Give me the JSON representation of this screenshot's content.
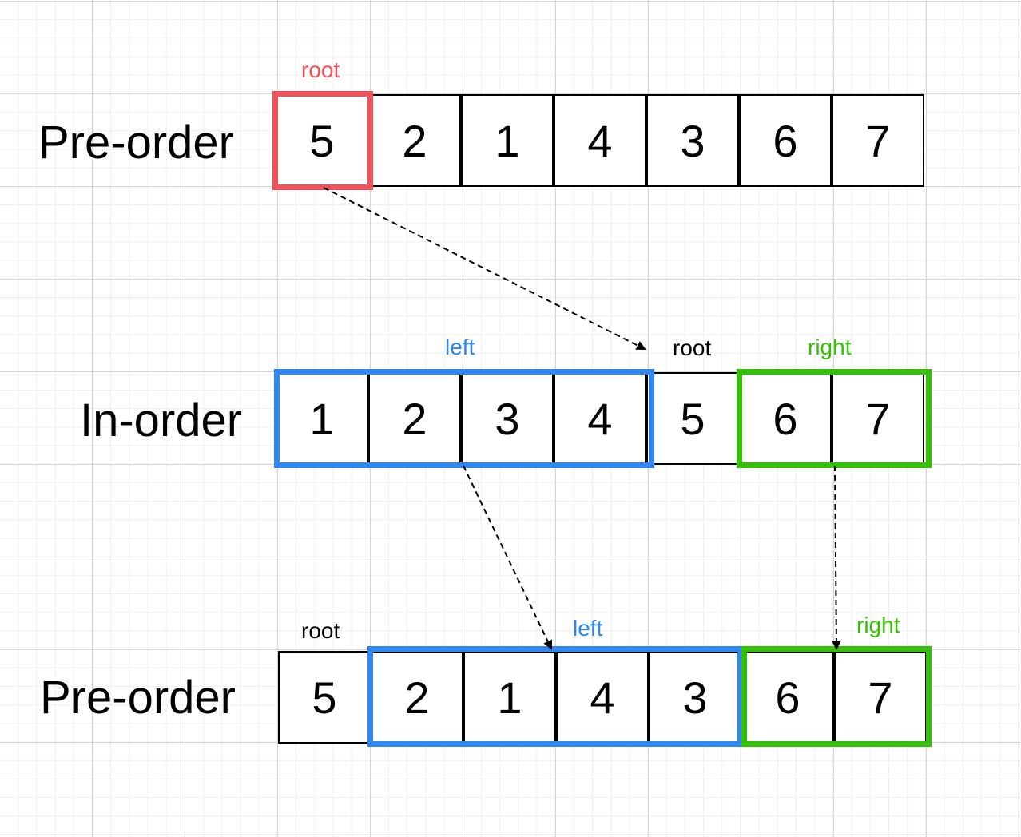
{
  "colors": {
    "root": "#f4505a",
    "left": "#2f86f5",
    "right": "#33c107",
    "neutral": "#000000"
  },
  "rows": [
    {
      "label": "Pre-order",
      "values": [
        "5",
        "2",
        "1",
        "4",
        "3",
        "6",
        "7"
      ],
      "tags": {
        "root": "root"
      }
    },
    {
      "label": "In-order",
      "values": [
        "1",
        "2",
        "3",
        "4",
        "5",
        "6",
        "7"
      ],
      "tags": {
        "left": "left",
        "root": "root",
        "right": "right"
      }
    },
    {
      "label": "Pre-order",
      "values": [
        "5",
        "2",
        "1",
        "4",
        "3",
        "6",
        "7"
      ],
      "tags": {
        "root": "root",
        "left": "left",
        "right": "right"
      }
    }
  ]
}
